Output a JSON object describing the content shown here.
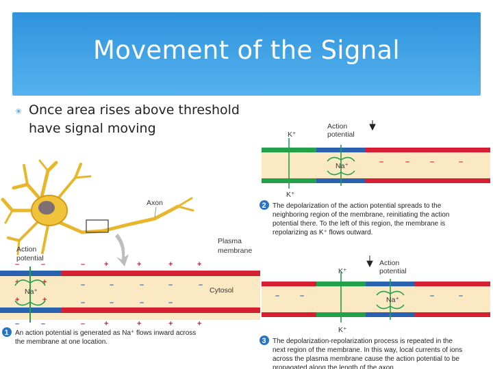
{
  "slide": {
    "title": "Movement of the Signal",
    "bullet": "Once area rises above threshold have signal moving"
  },
  "figure": {
    "axon_label": "Axon",
    "plasma_membrane_label": "Plasma\nmembrane",
    "cytosol_label": "Cytosol",
    "action_potential_label": "Action\npotential",
    "na_label": "Na⁺",
    "k_label": "K⁺",
    "steps": [
      {
        "number": "1",
        "text": "An action potential is generated as Na⁺ flows inward across\nthe membrane at one location."
      },
      {
        "number": "2",
        "text": "The depolarization of the action potential spreads to the\nneighboring region of the membrane, reinitiating the action\npotential there. To the left of this region, the membrane is\nrepolarizing as K⁺ flows outward."
      },
      {
        "number": "3",
        "text": "The depolarization-repolarization process is repeated in the\nnext region of the membrane. In this way, local currents of ions\nacross the plasma membrane cause the action potential to be\npropagated along the length of the axon."
      }
    ]
  },
  "colors": {
    "title_bar": "#3fa2e6",
    "membrane_red": "#d42032",
    "membrane_blue": "#2a62b0",
    "membrane_green": "#23a04a",
    "cytosol": "#fbe9c3",
    "neuron": "#e8b62a",
    "step_badge": "#2a72c4"
  }
}
